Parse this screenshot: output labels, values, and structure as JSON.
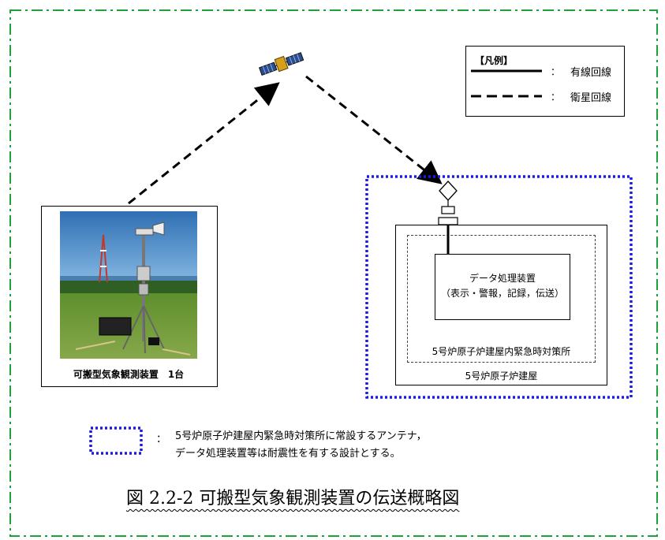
{
  "legend": {
    "title": "【凡例】",
    "wired_label": "有線回線",
    "satellite_label": "衛星回線",
    "colon": "："
  },
  "weather_station": {
    "caption": "可搬型気象観測装置　1台"
  },
  "data_processing": {
    "line1": "データ処理装置",
    "line2": "（表示・警報，記録，伝送）"
  },
  "emergency_room_label": "5号炉原子炉建屋内緊急時対策所",
  "reactor_building_label": "5号炉原子炉建屋",
  "note": {
    "colon": "：",
    "line1": "5号炉原子炉建屋内緊急時対策所に常設するアンテナ，",
    "line2": "データ処理装置等は耐震性を有する設計とする。"
  },
  "figure_caption": "図 2.2-2 可搬型気象観測装置の伝送概略図",
  "colors": {
    "frame_green": "#1aa33a",
    "seismic_blue": "#1a1ae6",
    "sky": "#3b82c4",
    "grass": "#6e9a3a"
  },
  "icons": [
    "satellite-icon",
    "antenna-icon",
    "weather-station-photo"
  ]
}
